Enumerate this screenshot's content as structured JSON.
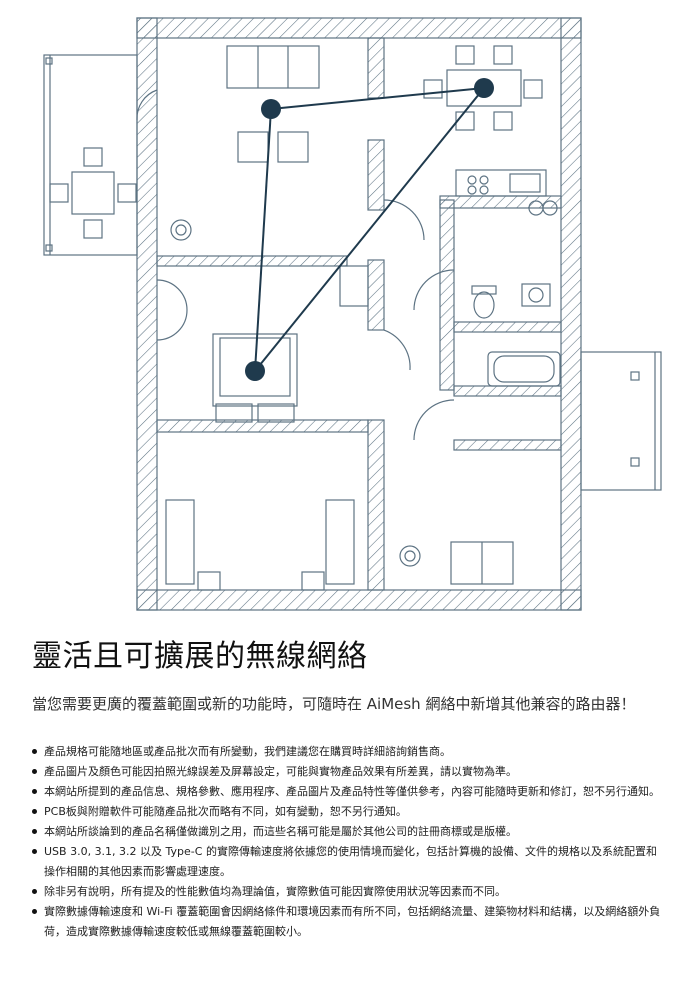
{
  "floorplan": {
    "stroke_color": "#1f3a4d",
    "node_color": "#1f3a4d"
  },
  "section": {
    "heading": "靈活且可擴展的無線網絡",
    "lead": "當您需要更廣的覆蓋範圍或新的功能時，可隨時在 AiMesh 網絡中新增其他兼容的路由器！"
  },
  "notes": [
    "產品規格可能隨地區或產品批次而有所變動，我們建議您在購買時詳細諮詢銷售商。",
    "產品圖片及顏色可能因拍照光線誤差及屏幕設定，可能與實物產品效果有所差異，請以實物為準。",
    "本網站所提到的產品信息、規格參數、應用程序、產品圖片及產品特性等僅供參考，內容可能隨時更新和修訂，恕不另行通知。",
    "PCB板與附贈軟件可能隨產品批次而略有不同，如有變動，恕不另行通知。",
    "本網站所談論到的產品名稱僅做識別之用，而這些名稱可能是屬於其他公司的註冊商標或是版權。",
    "USB 3.0, 3.1, 3.2 以及 Type-C 的實際傳輸速度將依據您的使用情境而變化，包括計算機的設備、文件的規格以及系統配置和操作相關的其他因素而影響處理速度。",
    "除非另有說明，所有提及的性能數值均為理論值，實際數值可能因實際使用狀況等因素而不同。",
    "實際數據傳輸速度和 Wi-Fi 覆蓋範圍會因網絡條件和環境因素而有所不同，包括網絡流量、建築物材料和結構，以及網絡額外負荷，造成實際數據傳輸速度較低或無線覆蓋範圍較小。"
  ]
}
